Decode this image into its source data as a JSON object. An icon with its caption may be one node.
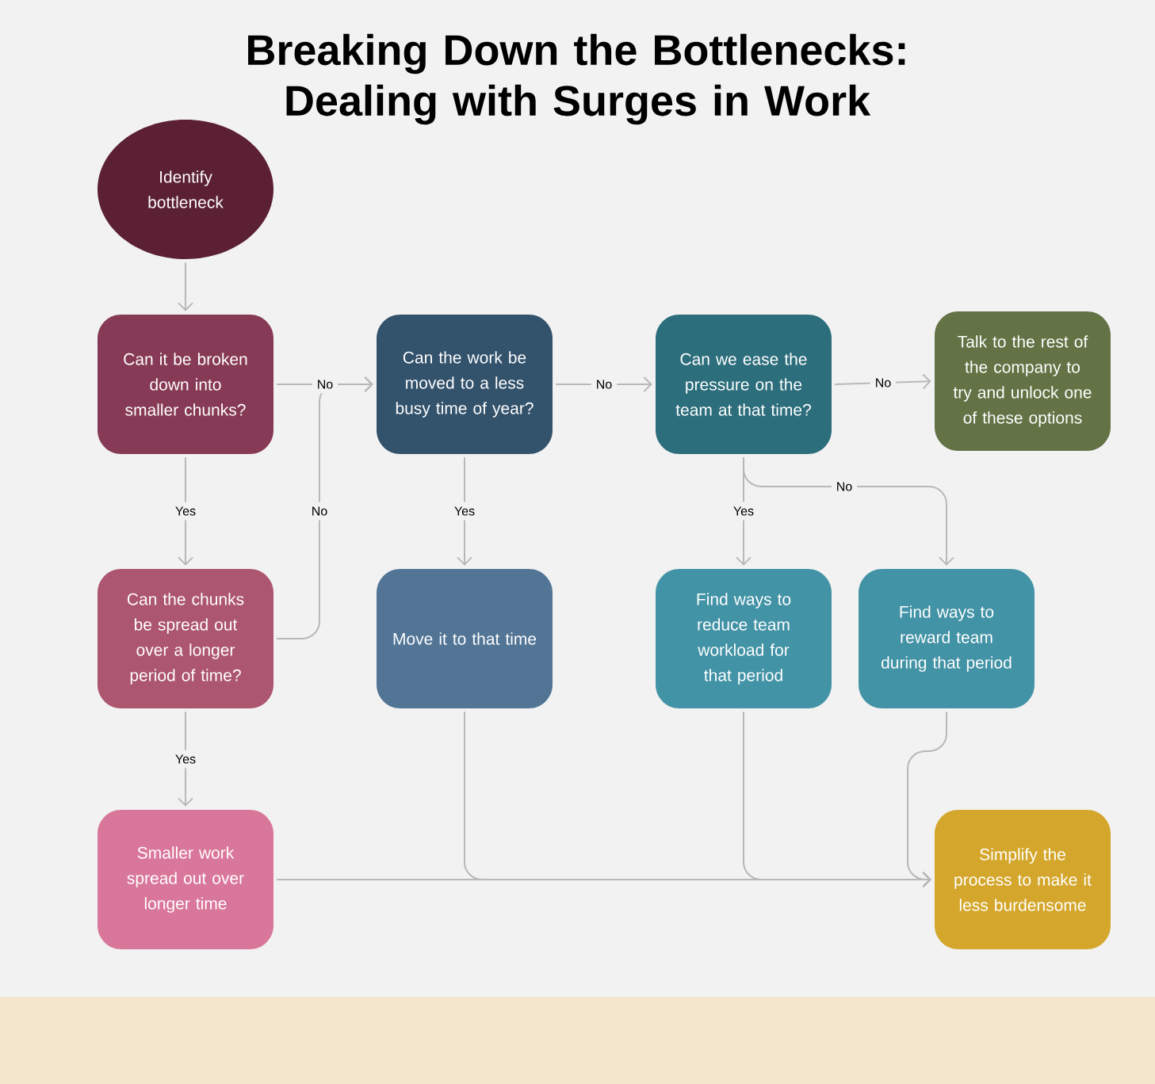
{
  "diagram": {
    "title": "Breaking Down the Bottlenecks: Dealing with Surges in Work",
    "nodes": [
      {
        "text": [
          "Identify bottleneck"
        ]
      },
      {
        "text": [
          "Can it be broken down into smaller chunks?"
        ]
      },
      {
        "text": [
          "Can the work be moved to a less busy time of year?"
        ]
      },
      {
        "text": [
          "Can we ease the pressure on the team at that time?"
        ]
      },
      {
        "text": [
          "Talk to the rest of the company to try and unlock one of these options"
        ]
      },
      {
        "text": [
          "Can the chunks be spread out over a longer period of time?"
        ]
      },
      {
        "text": [
          "Move it to that time"
        ]
      },
      {
        "text": [
          "Find ways to reduce team workload for that period"
        ]
      },
      {
        "text": [
          "Find ways to reward team during that period"
        ]
      },
      {
        "text": [
          "Smaller work spread out over longer time"
        ]
      },
      {
        "text": [
          "Simplify the process to make it less burdensome"
        ]
      }
    ],
    "edges": [
      {
        "from": 0,
        "to": 1,
        "arrow": "to"
      },
      {
        "from": 1,
        "to": 2,
        "arrow": "to",
        "label": "No"
      },
      {
        "from": 2,
        "to": 3,
        "arrow": "to",
        "label": "No"
      },
      {
        "from": 3,
        "to": 4,
        "arrow": "to",
        "label": "No"
      },
      {
        "from": 1,
        "to": 5,
        "arrow": "to",
        "label": "Yes"
      },
      {
        "from": 5,
        "to": 2,
        "arrow": "to",
        "label": "No"
      },
      {
        "from": 2,
        "to": 6,
        "arrow": "to",
        "label": "Yes"
      },
      {
        "from": 3,
        "to": 7,
        "arrow": "to",
        "label": "Yes"
      },
      {
        "from": 3,
        "to": 8,
        "arrow": "to",
        "label": "No"
      },
      {
        "from": 5,
        "to": 9,
        "arrow": "to",
        "label": "Yes"
      },
      {
        "from": 9,
        "to": 10,
        "arrow": "to"
      },
      {
        "from": 6,
        "to": 10,
        "arrow": "to"
      },
      {
        "from": 7,
        "to": 10,
        "arrow": "to"
      },
      {
        "from": 8,
        "to": 10,
        "arrow": "to"
      }
    ]
  }
}
